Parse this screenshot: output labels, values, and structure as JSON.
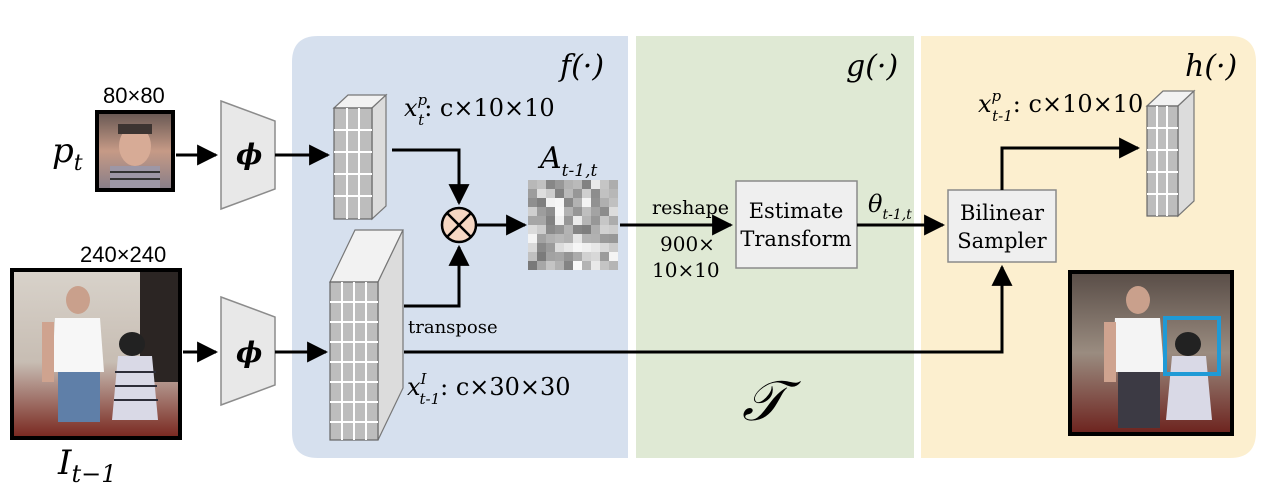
{
  "sections": {
    "f_label": "f(·)",
    "g_label": "g(·)",
    "h_label": "h(·)",
    "T_label": "𝒯"
  },
  "patch": {
    "size_label": "80×80",
    "var_main": "p",
    "var_sub": "t"
  },
  "frame": {
    "size_label": "240×240",
    "var_main": "I",
    "var_sub": "t−1"
  },
  "encoders": {
    "top_symbol": "ϕ",
    "bottom_symbol": "ϕ"
  },
  "features": {
    "xtp_x": "x",
    "xtp_sup": "p",
    "xtp_sub": "t",
    "xtp_dims": ": c×10×10",
    "xI_x": "x",
    "xI_sup": "I",
    "xI_sub": "t-1",
    "xI_dims": ": c×30×30",
    "transpose_label": "transpose",
    "out_x": "x",
    "out_sup": "p",
    "out_sub": "t-1",
    "out_dims": ": c×10×10"
  },
  "affinity": {
    "var_main": "A",
    "var_sub": "t-1,t"
  },
  "reshape": {
    "label": "reshape",
    "dim_line1": "900×",
    "dim_line2": "10×10"
  },
  "estimate_box": {
    "line1": "Estimate",
    "line2": "Transform"
  },
  "theta": {
    "var_main": "θ",
    "var_sub": "t-1,t"
  },
  "sampler_box": {
    "line1": "Bilinear",
    "line2": "Sampler"
  },
  "colors": {
    "f_bg": "#d6e0ee",
    "g_bg": "#dfe9d4",
    "h_bg": "#fcefcf",
    "multiply_fill": "#f6d7c3",
    "highlight_box": "#1f9ad6",
    "box_fill": "#efefef"
  }
}
